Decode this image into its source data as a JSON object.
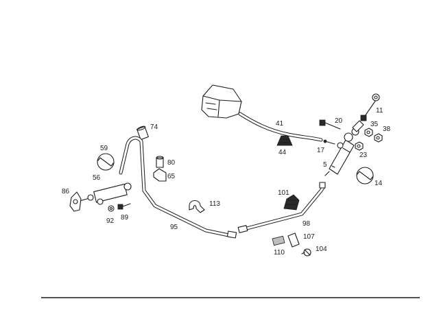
{
  "callouts": [
    {
      "id": "p11",
      "text": "11"
    },
    {
      "id": "p20",
      "text": "20"
    },
    {
      "id": "p35",
      "text": "35"
    },
    {
      "id": "p38",
      "text": "38"
    },
    {
      "id": "p41",
      "text": "41"
    },
    {
      "id": "p44",
      "text": "44"
    },
    {
      "id": "p17",
      "text": "17"
    },
    {
      "id": "p23",
      "text": "23"
    },
    {
      "id": "p5",
      "text": "5"
    },
    {
      "id": "p14",
      "text": "14"
    },
    {
      "id": "p74",
      "text": "74"
    },
    {
      "id": "p59",
      "text": "59"
    },
    {
      "id": "p80",
      "text": "80"
    },
    {
      "id": "p65",
      "text": "65"
    },
    {
      "id": "p56",
      "text": "56"
    },
    {
      "id": "p86",
      "text": "86"
    },
    {
      "id": "p92",
      "text": "92"
    },
    {
      "id": "p89",
      "text": "89"
    },
    {
      "id": "p113",
      "text": "113"
    },
    {
      "id": "p95",
      "text": "95"
    },
    {
      "id": "p101",
      "text": "101"
    },
    {
      "id": "p98",
      "text": "98"
    },
    {
      "id": "p107",
      "text": "107"
    },
    {
      "id": "p110",
      "text": "110"
    },
    {
      "id": "p104",
      "text": "104"
    }
  ]
}
